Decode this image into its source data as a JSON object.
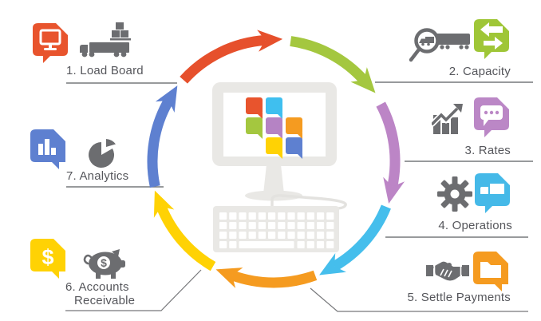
{
  "steps": [
    {
      "label": "1. Load Board",
      "bubble_color": "#E8542D",
      "bubble_icon": "monitor",
      "pictogram": "truck-with-boxes"
    },
    {
      "label": "2. Capacity",
      "bubble_color": "#9FC637",
      "bubble_icon": "exchange-arrows",
      "pictogram": "truck-search"
    },
    {
      "label": "3. Rates",
      "bubble_color": "#BB87C6",
      "bubble_icon": "chat-ellipsis",
      "pictogram": "bar-chart-trend"
    },
    {
      "label": "4. Operations",
      "bubble_color": "#45B9E8",
      "bubble_icon": "truck",
      "pictogram": "gear"
    },
    {
      "label": "5. Settle Payments",
      "bubble_color": "#F59B20",
      "bubble_icon": "folder",
      "pictogram": "handshake"
    },
    {
      "label": "6. Accounts",
      "label_line2": "Receivable",
      "bubble_color": "#FFD204",
      "bubble_icon": "dollar-sign",
      "bubble_glyph": "$",
      "pictogram": "piggy-bank",
      "pictogram_glyph": "$"
    },
    {
      "label": "7. Analytics",
      "bubble_color": "#5E80D0",
      "bubble_icon": "bar-chart",
      "pictogram": "pie-chart"
    }
  ],
  "cycle_arrows": [
    {
      "name": "top",
      "color": "#E6502C"
    },
    {
      "name": "top-right",
      "color": "#A4C73F"
    },
    {
      "name": "right",
      "color": "#BC85C6"
    },
    {
      "name": "bottom-right",
      "color": "#45BEEC"
    },
    {
      "name": "bottom",
      "color": "#F59B20"
    },
    {
      "name": "bottom-left",
      "color": "#FFD204"
    },
    {
      "name": "left",
      "color": "#5E80D0"
    }
  ],
  "center": {
    "device": "desktop-computer-with-keyboard",
    "frame_color": "#E9E8E5",
    "tiles": [
      {
        "color": "#E8542D"
      },
      {
        "color": "#3FBFEF"
      },
      {
        "color": "#A4C73F"
      },
      {
        "color": "#B583C4"
      },
      {
        "color": "#F59B20"
      },
      {
        "color": "#FFD204"
      },
      {
        "color": "#5E80D0"
      }
    ]
  },
  "style": {
    "text_color": "#55565B",
    "line_color": "#77787B",
    "icon_gray": "#6C6D70"
  }
}
